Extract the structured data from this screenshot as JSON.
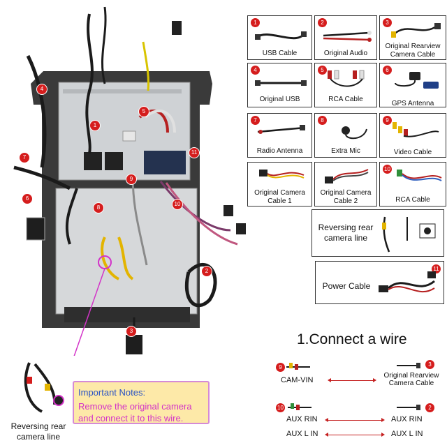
{
  "cards": [
    {
      "num": "1",
      "label": "USB Cable"
    },
    {
      "num": "2",
      "label": "Original Audio"
    },
    {
      "num": "3",
      "label": "Original Rearview Camera Cable"
    },
    {
      "num": "4",
      "label": "Original USB"
    },
    {
      "num": "5",
      "label": "RCA Cable"
    },
    {
      "num": "6",
      "label": "GPS Antenna"
    },
    {
      "num": "7",
      "label": "Radio Antenna"
    },
    {
      "num": "8",
      "label": "Extra Mic"
    },
    {
      "num": "9",
      "label": "Video Cable"
    },
    {
      "num": "",
      "label": "Original Camera Cable 1"
    },
    {
      "num": "",
      "label": "Original Camera Cable 2"
    },
    {
      "num": "10",
      "label": "RCA Cable"
    }
  ],
  "reversing_card": {
    "label": "Reversing rear camera line"
  },
  "power_card": {
    "num": "11",
    "label": "Power Cable"
  },
  "pins": [
    "1",
    "2",
    "3",
    "4",
    "5",
    "6",
    "7",
    "8",
    "9",
    "10",
    "11"
  ],
  "reversing_left": {
    "label": "Reversing rear camera line"
  },
  "notes": {
    "title": "Important Notes:",
    "body": "Remove the original camera and connect it to this wire."
  },
  "connect": {
    "title": "1.Connect a wire",
    "rows": [
      {
        "left_num": "9",
        "left": "CAM-VIN",
        "right_num": "3",
        "right": "Original Rearview Camera Cable"
      },
      {
        "left_num": "10",
        "left": "AUX RIN",
        "right_num": "2",
        "right": "AUX RIN"
      },
      {
        "left_num": "",
        "left": "AUX L IN",
        "right_num": "",
        "right": "AUX L IN"
      }
    ]
  },
  "colors": {
    "badge": "#d51d1d",
    "notes_bg": "#fde9a8",
    "notes_border": "#d58ad6",
    "notes_title": "#2a53c4",
    "notes_body": "#d333c8",
    "arrow": "#c52020"
  }
}
